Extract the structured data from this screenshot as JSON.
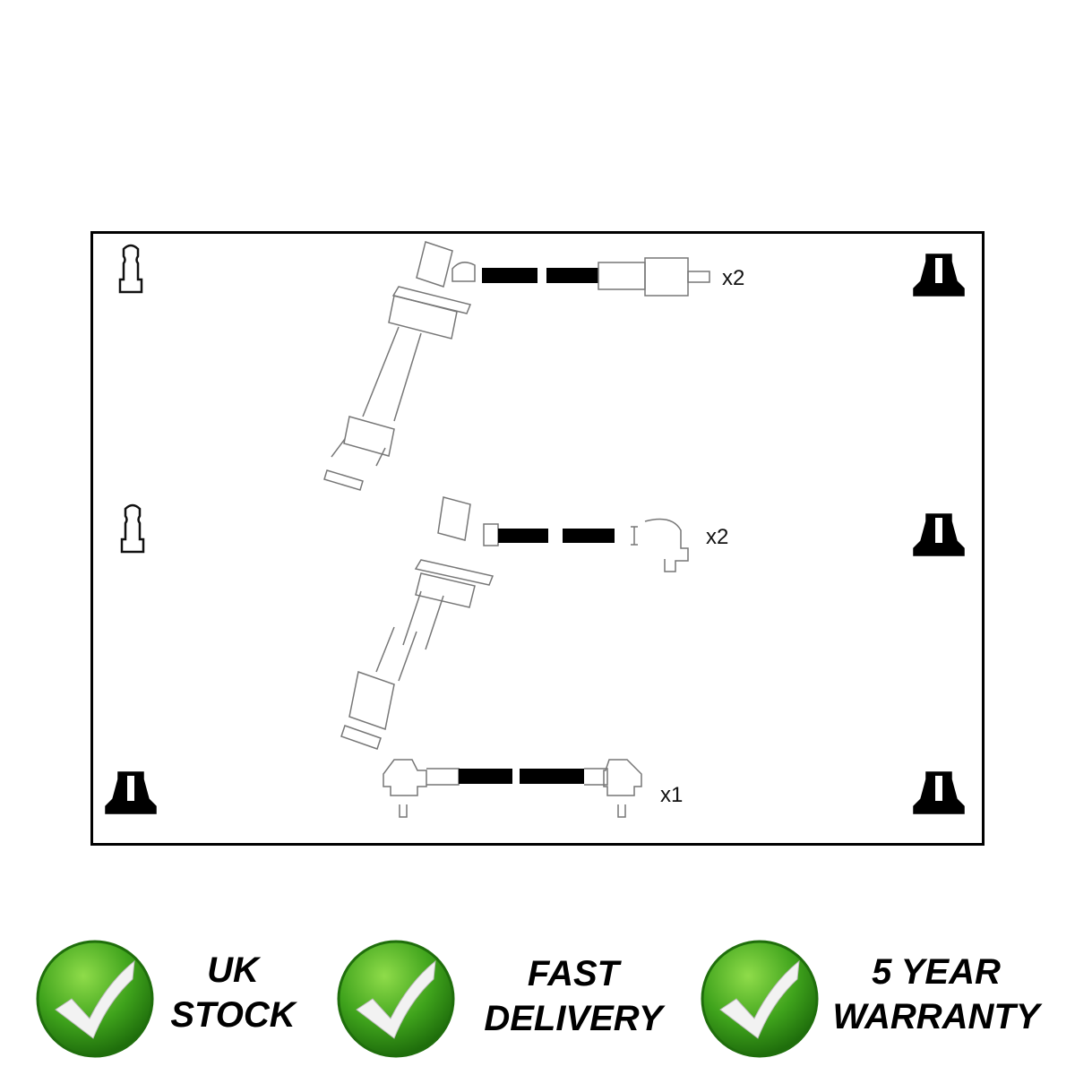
{
  "diagram": {
    "leads": [
      {
        "quantity": "x2"
      },
      {
        "quantity": "x2"
      },
      {
        "quantity": "x1"
      }
    ]
  },
  "badges": [
    {
      "line1": "UK",
      "line2": "STOCK",
      "icon": "check-icon"
    },
    {
      "line1": "FAST",
      "line2": "DELIVERY",
      "icon": "check-icon"
    },
    {
      "line1": "5 YEAR",
      "line2": "WARRANTY",
      "icon": "check-icon"
    }
  ],
  "colors": {
    "badge_green": "#3fa31c",
    "badge_dark": "#1f6e0c",
    "ink": "#000000"
  }
}
